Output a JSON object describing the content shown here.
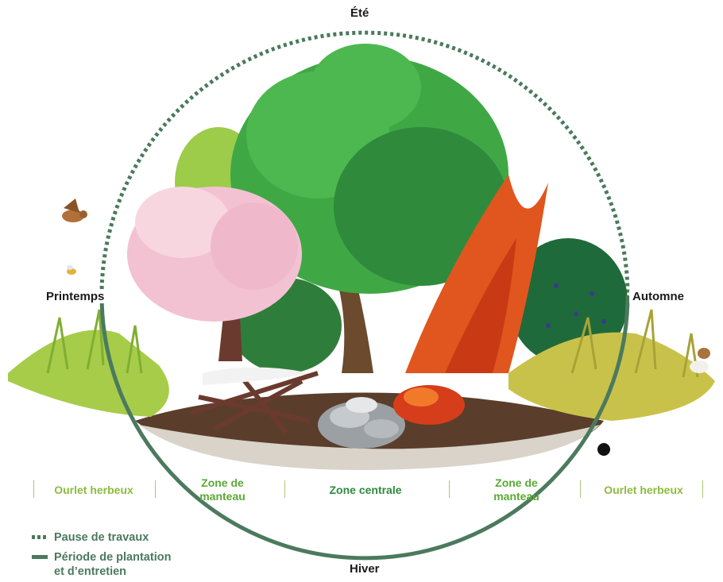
{
  "seasons": {
    "summer": "Été",
    "spring": "Printemps",
    "autumn": "Automne",
    "winter": "Hiver"
  },
  "zones": [
    {
      "label": "Ourlet herbeux",
      "color": "#8dbb3e"
    },
    {
      "label": "Zone de\nmanteau",
      "color": "#5aaa35"
    },
    {
      "label": "Zone centrale",
      "color": "#2e8a3e"
    },
    {
      "label": "Zone de\nmanteau",
      "color": "#5aaa35"
    },
    {
      "label": "Ourlet herbeux",
      "color": "#8dbb3e"
    }
  ],
  "legend": [
    {
      "label": "Pause de travaux",
      "style": "dotted"
    },
    {
      "label": "Période de plantation\net d’entretien",
      "style": "solid"
    }
  ],
  "colors": {
    "cycle": "#4b7a5e",
    "grass_left": "#a6cc4a",
    "grass_right": "#c9c24a",
    "soil": "#5a3e2b",
    "tree_green": "#3fa845",
    "blossom_pink": "#f2c2d2",
    "autumn_orange": "#e0561e"
  },
  "icons": {
    "bird": "bird-icon",
    "bee": "bee-icon",
    "stoat": "stoat-icon",
    "marker": "current-position-marker-icon"
  }
}
